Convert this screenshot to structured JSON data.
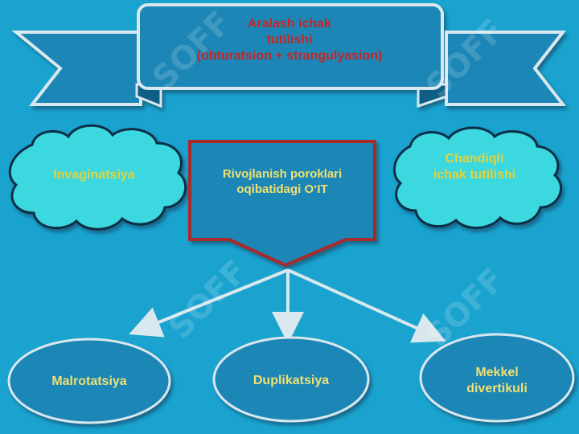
{
  "banner": {
    "lines": [
      "Aralash ichak",
      "tutilishi",
      "(obturatsion + strangulyasion)"
    ]
  },
  "clouds": {
    "left": "Invaginatsiya",
    "right_lines": [
      "Chandiqli",
      "ichak tutilishi"
    ]
  },
  "central_arrow": {
    "lines": [
      "Rivojlanish poroklari",
      "oqibatidagi O‘IT"
    ]
  },
  "ovals": {
    "left": "Malrotatsiya",
    "center": "Duplikatsiya",
    "right_lines": [
      "Mekkel",
      "divertikuli"
    ]
  },
  "watermark": "SOFF",
  "colors": {
    "background": "#1aa3cf",
    "banner_text": "#c0282a",
    "cloud_fill": "#3ad8e0",
    "cloud_text": "#e6d23a",
    "shape_fill": "#1a86b6",
    "shape_text": "#f0e070",
    "arrow_border": "#a82a2a",
    "connector": "#d9e7ee"
  }
}
